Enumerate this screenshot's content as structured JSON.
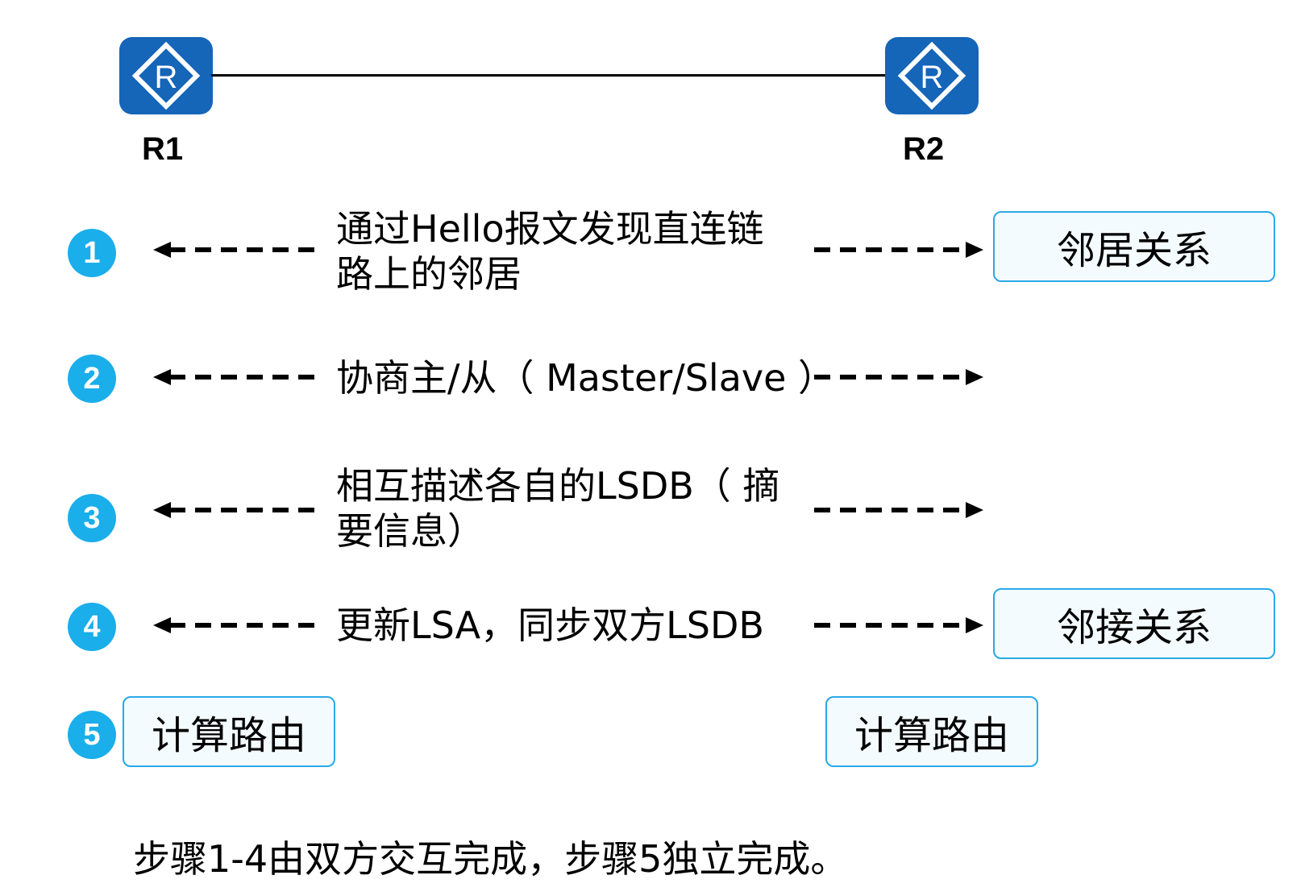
{
  "routers": [
    {
      "label": "R1"
    },
    {
      "label": "R2"
    }
  ],
  "router_icon_letter": "R",
  "steps": [
    {
      "number": "1",
      "lines": [
        "通过Hello报文发现直连链",
        "路上的邻居"
      ],
      "state": "邻居关系"
    },
    {
      "number": "2",
      "lines": [
        "协商主/从（ Master/Slave ）"
      ]
    },
    {
      "number": "3",
      "lines": [
        "相互描述各自的LSDB（ 摘",
        "要信息）"
      ]
    },
    {
      "number": "4",
      "lines": [
        "更新LSA，同步双方LSDB"
      ],
      "state": "邻接关系"
    },
    {
      "number": "5",
      "left_box": "计算路由",
      "right_box": "计算路由"
    }
  ],
  "summary": "步骤1-4由双方交互完成，步骤5独立完成。",
  "colors": {
    "router": "#1565b8",
    "step_circle": "#1aaeea",
    "box_border": "#29a9e6"
  }
}
